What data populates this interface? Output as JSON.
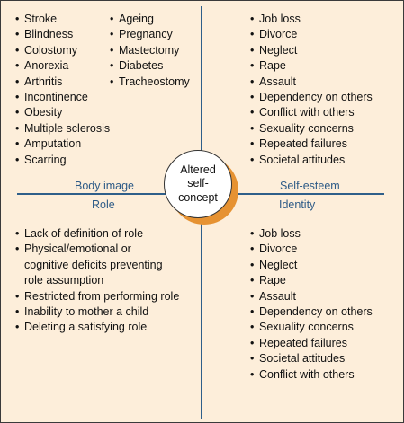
{
  "center_label": "Altered self-concept",
  "quadrants": {
    "body_image": {
      "label": "Body image",
      "col1": [
        "Stroke",
        "Blindness",
        "Colostomy",
        "Anorexia",
        "Arthritis",
        "Incontinence",
        "Obesity",
        "Multiple sclerosis",
        "Amputation",
        "Scarring"
      ],
      "col2": [
        "Ageing",
        "Pregnancy",
        "Mastectomy",
        "Diabetes",
        "Tracheostomy"
      ]
    },
    "self_esteem": {
      "label": "Self-esteem",
      "items": [
        "Job loss",
        "Divorce",
        "Neglect",
        "Rape",
        "Assault",
        "Dependency on others",
        "Conflict with others",
        "Sexuality concerns",
        "Repeated failures",
        "Societal attitudes"
      ]
    },
    "role": {
      "label": "Role",
      "items": [
        "Lack of definition of role",
        "Physical/emotional or cognitive deficits preventing role assumption",
        "Restricted from performing role",
        "Inability to mother a child",
        "Deleting a satisfying role"
      ]
    },
    "identity": {
      "label": "Identity",
      "items": [
        "Job loss",
        "Divorce",
        "Neglect",
        "Rape",
        "Assault",
        "Dependency on others",
        "Sexuality concerns",
        "Repeated failures",
        "Societal attitudes",
        "Conflict with others"
      ]
    }
  },
  "colors": {
    "background": "#fdeeda",
    "axis": "#2f5f8a",
    "label": "#2e5b87",
    "circle_shadow": "#e69232"
  }
}
